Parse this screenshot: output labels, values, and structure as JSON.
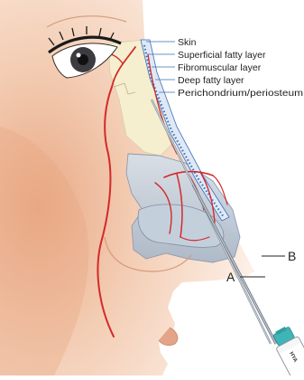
{
  "figure": {
    "layer_labels": [
      {
        "text": "Skin"
      },
      {
        "text": "Superficial fatty layer"
      },
      {
        "text": "Fibromuscular layer"
      },
      {
        "text": "Deep fatty layer"
      },
      {
        "text": "Perichondrium/periosteum"
      }
    ],
    "needle_labels": {
      "a": "A",
      "b": "B"
    },
    "syringe_brand": "HYA",
    "colors": {
      "skin_light": "#fbe8dc",
      "skin_mid": "#f3cdb4",
      "skin_shadow": "#e8ab87",
      "vessel": "#d42a2a",
      "cartilage": "#f5efcf",
      "septum": "#b8c4d4",
      "needle": "#9aa3ad",
      "hub": "#3fb5b8",
      "layer_blue": "#3e6fb5"
    }
  }
}
